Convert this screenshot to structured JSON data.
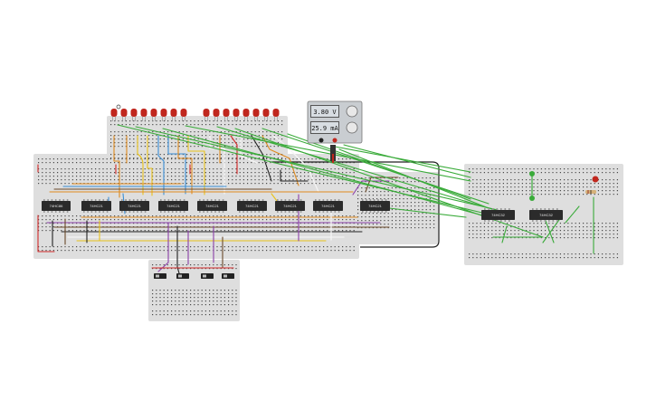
{
  "power_supply": {
    "voltage_display": "3.80 V",
    "current_display": "25.9 mA"
  },
  "chips": {
    "main": [
      "74HC86",
      "74HC21",
      "74HC21",
      "74HC21",
      "74HC21",
      "74HC21",
      "74HC21",
      "74HC21",
      "74HC21"
    ],
    "right": [
      "74HC32",
      "74HC32"
    ]
  },
  "colors": {
    "breadboard": "#dedede",
    "chip": "#2b2b2b",
    "led_red": "#c0271e",
    "wire_green": "#3aab3a",
    "wire_orange": "#e08a1e",
    "wire_yellow": "#e8c21a",
    "wire_blue": "#3b8fd6",
    "wire_purple": "#8b3fa8",
    "wire_brown": "#6b4a2a",
    "wire_black": "#222222",
    "wire_white": "#f5f5f5",
    "wire_red": "#d22a2a"
  }
}
